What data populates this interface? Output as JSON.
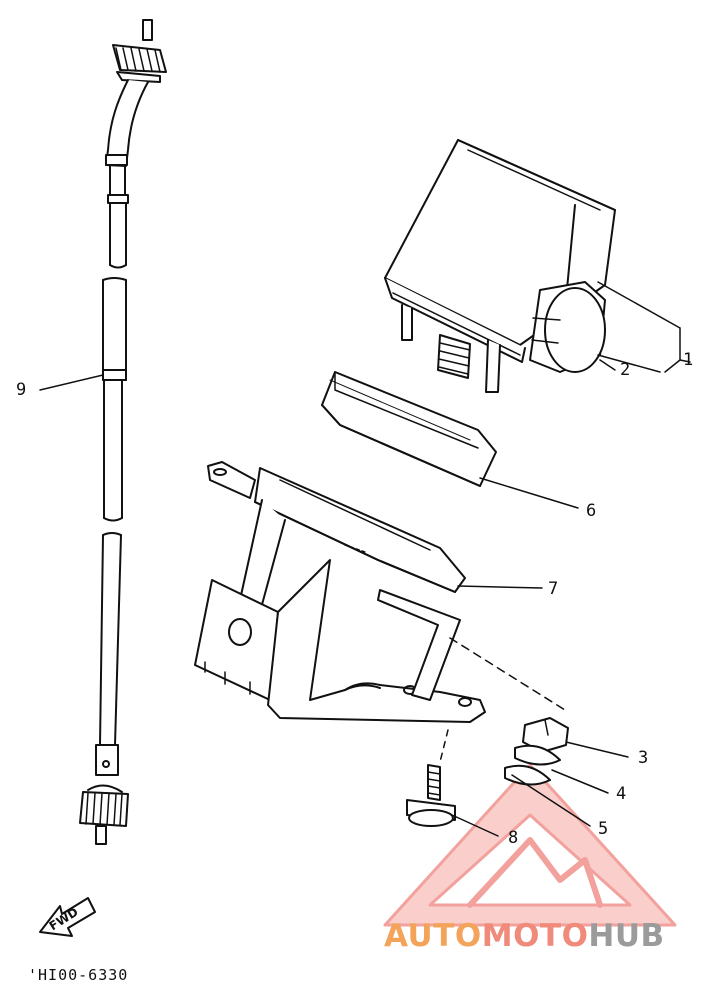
{
  "diagram": {
    "callouts": [
      "1",
      "2",
      "3",
      "4",
      "5",
      "6",
      "7",
      "8",
      "9"
    ],
    "fwd_label": "FWD",
    "part_code": "'HI00-6330",
    "watermark": {
      "part1": "AUTO",
      "part2": "MOTO",
      "part3": "HUB"
    }
  },
  "colors": {
    "line": "#111111",
    "background": "#ffffff",
    "watermark_red": "#e8554e",
    "watermark_orange": "#f3a45a",
    "watermark_gray": "#9b9b9b"
  }
}
